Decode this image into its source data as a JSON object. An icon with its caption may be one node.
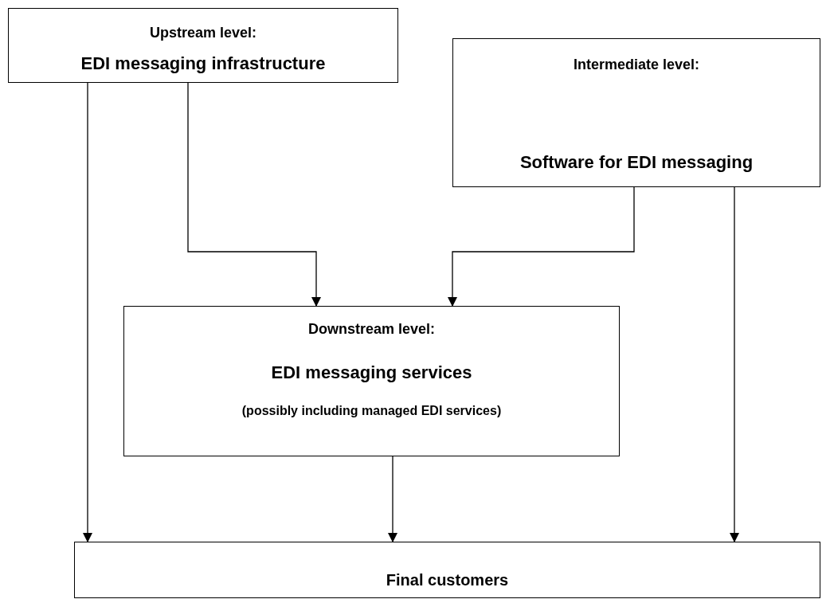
{
  "diagram": {
    "nodes": [
      {
        "text": [
          "Upstream level:",
          "EDI messaging infrastructure"
        ]
      },
      {
        "text": [
          "Intermediate level:",
          "Software for EDI messaging"
        ]
      },
      {
        "text": [
          "Downstream level:",
          "EDI messaging services",
          "(possibly including managed EDI services)"
        ]
      },
      {
        "text": [
          "Final customers"
        ]
      }
    ],
    "edges": [
      {
        "from": 0,
        "to": 3,
        "arrow": "to"
      },
      {
        "from": 0,
        "to": 2,
        "arrow": "to"
      },
      {
        "from": 1,
        "to": 2,
        "arrow": "to"
      },
      {
        "from": 1,
        "to": 3,
        "arrow": "to"
      },
      {
        "from": 2,
        "to": 3,
        "arrow": "to"
      }
    ]
  }
}
